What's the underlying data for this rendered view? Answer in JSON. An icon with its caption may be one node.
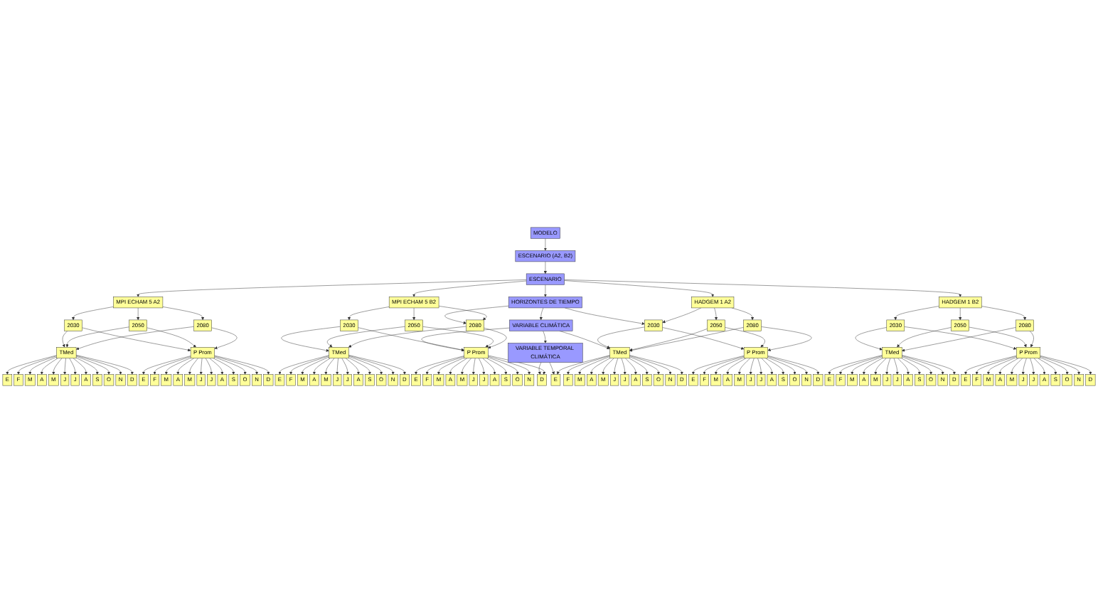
{
  "diagram": {
    "nodes": [
      {
        "text": [
          "MODELO"
        ]
      },
      {
        "text": [
          "ESCENARIO (A2, B2)"
        ]
      },
      {
        "text": [
          "ESCENARIO"
        ]
      },
      {
        "text": [
          "MPI ECHAM 5 A2"
        ]
      },
      {
        "text": [
          "MPI ECHAM 5 B2"
        ]
      },
      {
        "text": [
          "HADGEM 1 A2"
        ]
      },
      {
        "text": [
          "HADGEM 1 B2"
        ]
      },
      {
        "text": [
          "HORIZONTES DE TIEMPO"
        ]
      },
      {
        "text": [
          "2030"
        ]
      },
      {
        "text": [
          "2050"
        ]
      },
      {
        "text": [
          "2080"
        ]
      },
      {
        "text": [
          "2030"
        ]
      },
      {
        "text": [
          "2050"
        ]
      },
      {
        "text": [
          "2080"
        ]
      },
      {
        "text": [
          "2030"
        ]
      },
      {
        "text": [
          "2050"
        ]
      },
      {
        "text": [
          "2080"
        ]
      },
      {
        "text": [
          "2030"
        ]
      },
      {
        "text": [
          "2050"
        ]
      },
      {
        "text": [
          "2080"
        ]
      },
      {
        "text": [
          "VARIABLE CLIMÁTICA"
        ]
      },
      {
        "text": [
          "TMed"
        ]
      },
      {
        "text": [
          "P Prom"
        ]
      },
      {
        "text": [
          "TMed"
        ]
      },
      {
        "text": [
          "P Prom"
        ]
      },
      {
        "text": [
          "TMed"
        ]
      },
      {
        "text": [
          "P Prom"
        ]
      },
      {
        "text": [
          "TMed"
        ]
      },
      {
        "text": [
          "P Prom"
        ]
      },
      {
        "text": [
          "VARIABLE TEMPORAL CLIMÁTICA"
        ]
      },
      {
        "text": [
          "E"
        ]
      },
      {
        "text": [
          "F"
        ]
      },
      {
        "text": [
          "M"
        ]
      },
      {
        "text": [
          "A"
        ]
      },
      {
        "text": [
          "M"
        ]
      },
      {
        "text": [
          "J"
        ]
      },
      {
        "text": [
          "J"
        ]
      },
      {
        "text": [
          "A"
        ]
      },
      {
        "text": [
          "S"
        ]
      },
      {
        "text": [
          "O"
        ]
      },
      {
        "text": [
          "N"
        ]
      },
      {
        "text": [
          "D"
        ]
      },
      {
        "text": [
          "E"
        ]
      },
      {
        "text": [
          "F"
        ]
      },
      {
        "text": [
          "M"
        ]
      },
      {
        "text": [
          "A"
        ]
      },
      {
        "text": [
          "M"
        ]
      },
      {
        "text": [
          "J"
        ]
      },
      {
        "text": [
          "J"
        ]
      },
      {
        "text": [
          "A"
        ]
      },
      {
        "text": [
          "S"
        ]
      },
      {
        "text": [
          "O"
        ]
      },
      {
        "text": [
          "N"
        ]
      },
      {
        "text": [
          "D"
        ]
      },
      {
        "text": [
          "E"
        ]
      },
      {
        "text": [
          "F"
        ]
      },
      {
        "text": [
          "M"
        ]
      },
      {
        "text": [
          "A"
        ]
      },
      {
        "text": [
          "M"
        ]
      },
      {
        "text": [
          "J"
        ]
      },
      {
        "text": [
          "J"
        ]
      },
      {
        "text": [
          "A"
        ]
      },
      {
        "text": [
          "S"
        ]
      },
      {
        "text": [
          "O"
        ]
      },
      {
        "text": [
          "N"
        ]
      },
      {
        "text": [
          "D"
        ]
      },
      {
        "text": [
          "E"
        ]
      },
      {
        "text": [
          "F"
        ]
      },
      {
        "text": [
          "M"
        ]
      },
      {
        "text": [
          "A"
        ]
      },
      {
        "text": [
          "M"
        ]
      },
      {
        "text": [
          "J"
        ]
      },
      {
        "text": [
          "J"
        ]
      },
      {
        "text": [
          "A"
        ]
      },
      {
        "text": [
          "S"
        ]
      },
      {
        "text": [
          "O"
        ]
      },
      {
        "text": [
          "N"
        ]
      },
      {
        "text": [
          "D"
        ]
      },
      {
        "text": [
          "E"
        ]
      },
      {
        "text": [
          "F"
        ]
      },
      {
        "text": [
          "M"
        ]
      },
      {
        "text": [
          "A"
        ]
      },
      {
        "text": [
          "M"
        ]
      },
      {
        "text": [
          "J"
        ]
      },
      {
        "text": [
          "J"
        ]
      },
      {
        "text": [
          "A"
        ]
      },
      {
        "text": [
          "S"
        ]
      },
      {
        "text": [
          "O"
        ]
      },
      {
        "text": [
          "N"
        ]
      },
      {
        "text": [
          "D"
        ]
      },
      {
        "text": [
          "E"
        ]
      },
      {
        "text": [
          "F"
        ]
      },
      {
        "text": [
          "M"
        ]
      },
      {
        "text": [
          "A"
        ]
      },
      {
        "text": [
          "M"
        ]
      },
      {
        "text": [
          "J"
        ]
      },
      {
        "text": [
          "J"
        ]
      },
      {
        "text": [
          "A"
        ]
      },
      {
        "text": [
          "S"
        ]
      },
      {
        "text": [
          "O"
        ]
      },
      {
        "text": [
          "N"
        ]
      },
      {
        "text": [
          "D"
        ]
      },
      {
        "text": [
          "E"
        ]
      },
      {
        "text": [
          "F"
        ]
      },
      {
        "text": [
          "M"
        ]
      },
      {
        "text": [
          "A"
        ]
      },
      {
        "text": [
          "M"
        ]
      },
      {
        "text": [
          "J"
        ]
      },
      {
        "text": [
          "J"
        ]
      },
      {
        "text": [
          "A"
        ]
      },
      {
        "text": [
          "S"
        ]
      },
      {
        "text": [
          "O"
        ]
      },
      {
        "text": [
          "N"
        ]
      },
      {
        "text": [
          "D"
        ]
      },
      {
        "text": [
          "E"
        ]
      },
      {
        "text": [
          "F"
        ]
      },
      {
        "text": [
          "M"
        ]
      },
      {
        "text": [
          "A"
        ]
      },
      {
        "text": [
          "M"
        ]
      },
      {
        "text": [
          "J"
        ]
      },
      {
        "text": [
          "J"
        ]
      },
      {
        "text": [
          "A"
        ]
      },
      {
        "text": [
          "S"
        ]
      },
      {
        "text": [
          "O"
        ]
      },
      {
        "text": [
          "N"
        ]
      },
      {
        "text": [
          "D"
        ]
      }
    ],
    "edges": [
      {
        "from": 0,
        "to": 1,
        "arrow": "to"
      },
      {
        "from": 1,
        "to": 2,
        "arrow": "to"
      },
      {
        "from": 2,
        "to": 3,
        "arrow": "to"
      },
      {
        "from": 2,
        "to": 4,
        "arrow": "to"
      },
      {
        "from": 2,
        "to": 7,
        "arrow": "to"
      },
      {
        "from": 2,
        "to": 5,
        "arrow": "to"
      },
      {
        "from": 2,
        "to": 6,
        "arrow": "to"
      },
      {
        "from": 7,
        "to": 13,
        "arrow": "to"
      },
      {
        "from": 7,
        "to": 14,
        "arrow": "to"
      },
      {
        "from": 7,
        "to": 20,
        "arrow": "to"
      },
      {
        "from": 20,
        "to": 24,
        "arrow": "to"
      },
      {
        "from": 20,
        "to": 25,
        "arrow": "to"
      },
      {
        "from": 20,
        "to": 29,
        "arrow": "to"
      },
      {
        "from": 29,
        "to": 77,
        "arrow": "to"
      },
      {
        "from": 29,
        "to": 78,
        "arrow": "to"
      },
      {
        "from": 3,
        "to": 8,
        "arrow": "to"
      },
      {
        "from": 3,
        "to": 9,
        "arrow": "to"
      },
      {
        "from": 3,
        "to": 10,
        "arrow": "to"
      },
      {
        "from": 4,
        "to": 11,
        "arrow": "to"
      },
      {
        "from": 4,
        "to": 12,
        "arrow": "to"
      },
      {
        "from": 4,
        "to": 13,
        "arrow": "to"
      },
      {
        "from": 5,
        "to": 14,
        "arrow": "to"
      },
      {
        "from": 5,
        "to": 15,
        "arrow": "to"
      },
      {
        "from": 5,
        "to": 16,
        "arrow": "to"
      },
      {
        "from": 6,
        "to": 17,
        "arrow": "to"
      },
      {
        "from": 6,
        "to": 18,
        "arrow": "to"
      },
      {
        "from": 6,
        "to": 19,
        "arrow": "to"
      },
      {
        "from": 8,
        "to": 21,
        "arrow": "to"
      },
      {
        "from": 8,
        "to": 22,
        "arrow": "to"
      },
      {
        "from": 9,
        "to": 21,
        "arrow": "to"
      },
      {
        "from": 9,
        "to": 22,
        "arrow": "to"
      },
      {
        "from": 10,
        "to": 21,
        "arrow": "to"
      },
      {
        "from": 10,
        "to": 22,
        "arrow": "to"
      },
      {
        "from": 11,
        "to": 23,
        "arrow": "to"
      },
      {
        "from": 11,
        "to": 24,
        "arrow": "to"
      },
      {
        "from": 12,
        "to": 23,
        "arrow": "to"
      },
      {
        "from": 12,
        "to": 24,
        "arrow": "to"
      },
      {
        "from": 13,
        "to": 23,
        "arrow": "to"
      },
      {
        "from": 13,
        "to": 24,
        "arrow": "to"
      },
      {
        "from": 14,
        "to": 25,
        "arrow": "to"
      },
      {
        "from": 14,
        "to": 26,
        "arrow": "to"
      },
      {
        "from": 15,
        "to": 25,
        "arrow": "to"
      },
      {
        "from": 15,
        "to": 26,
        "arrow": "to"
      },
      {
        "from": 16,
        "to": 25,
        "arrow": "to"
      },
      {
        "from": 16,
        "to": 26,
        "arrow": "to"
      },
      {
        "from": 17,
        "to": 27,
        "arrow": "to"
      },
      {
        "from": 17,
        "to": 28,
        "arrow": "to"
      },
      {
        "from": 18,
        "to": 27,
        "arrow": "to"
      },
      {
        "from": 18,
        "to": 28,
        "arrow": "to"
      },
      {
        "from": 19,
        "to": 27,
        "arrow": "to"
      },
      {
        "from": 19,
        "to": 28,
        "arrow": "to"
      },
      {
        "from": 21,
        "to": 30,
        "arrow": "to"
      },
      {
        "from": 21,
        "to": 31,
        "arrow": "to"
      },
      {
        "from": 21,
        "to": 32,
        "arrow": "to"
      },
      {
        "from": 21,
        "to": 33,
        "arrow": "to"
      },
      {
        "from": 21,
        "to": 34,
        "arrow": "to"
      },
      {
        "from": 21,
        "to": 35,
        "arrow": "to"
      },
      {
        "from": 21,
        "to": 36,
        "arrow": "to"
      },
      {
        "from": 21,
        "to": 37,
        "arrow": "to"
      },
      {
        "from": 21,
        "to": 38,
        "arrow": "to"
      },
      {
        "from": 21,
        "to": 39,
        "arrow": "to"
      },
      {
        "from": 21,
        "to": 40,
        "arrow": "to"
      },
      {
        "from": 21,
        "to": 41,
        "arrow": "to"
      },
      {
        "from": 22,
        "to": 42,
        "arrow": "to"
      },
      {
        "from": 22,
        "to": 43,
        "arrow": "to"
      },
      {
        "from": 22,
        "to": 44,
        "arrow": "to"
      },
      {
        "from": 22,
        "to": 45,
        "arrow": "to"
      },
      {
        "from": 22,
        "to": 46,
        "arrow": "to"
      },
      {
        "from": 22,
        "to": 47,
        "arrow": "to"
      },
      {
        "from": 22,
        "to": 48,
        "arrow": "to"
      },
      {
        "from": 22,
        "to": 49,
        "arrow": "to"
      },
      {
        "from": 22,
        "to": 50,
        "arrow": "to"
      },
      {
        "from": 22,
        "to": 51,
        "arrow": "to"
      },
      {
        "from": 22,
        "to": 52,
        "arrow": "to"
      },
      {
        "from": 22,
        "to": 53,
        "arrow": "to"
      },
      {
        "from": 23,
        "to": 54,
        "arrow": "to"
      },
      {
        "from": 23,
        "to": 55,
        "arrow": "to"
      },
      {
        "from": 23,
        "to": 56,
        "arrow": "to"
      },
      {
        "from": 23,
        "to": 57,
        "arrow": "to"
      },
      {
        "from": 23,
        "to": 58,
        "arrow": "to"
      },
      {
        "from": 23,
        "to": 59,
        "arrow": "to"
      },
      {
        "from": 23,
        "to": 60,
        "arrow": "to"
      },
      {
        "from": 23,
        "to": 61,
        "arrow": "to"
      },
      {
        "from": 23,
        "to": 62,
        "arrow": "to"
      },
      {
        "from": 23,
        "to": 63,
        "arrow": "to"
      },
      {
        "from": 23,
        "to": 64,
        "arrow": "to"
      },
      {
        "from": 23,
        "to": 65,
        "arrow": "to"
      },
      {
        "from": 24,
        "to": 66,
        "arrow": "to"
      },
      {
        "from": 24,
        "to": 67,
        "arrow": "to"
      },
      {
        "from": 24,
        "to": 68,
        "arrow": "to"
      },
      {
        "from": 24,
        "to": 69,
        "arrow": "to"
      },
      {
        "from": 24,
        "to": 70,
        "arrow": "to"
      },
      {
        "from": 24,
        "to": 71,
        "arrow": "to"
      },
      {
        "from": 24,
        "to": 72,
        "arrow": "to"
      },
      {
        "from": 24,
        "to": 73,
        "arrow": "to"
      },
      {
        "from": 24,
        "to": 74,
        "arrow": "to"
      },
      {
        "from": 24,
        "to": 75,
        "arrow": "to"
      },
      {
        "from": 24,
        "to": 76,
        "arrow": "to"
      },
      {
        "from": 24,
        "to": 77,
        "arrow": "to"
      },
      {
        "from": 25,
        "to": 78,
        "arrow": "to"
      },
      {
        "from": 25,
        "to": 79,
        "arrow": "to"
      },
      {
        "from": 25,
        "to": 80,
        "arrow": "to"
      },
      {
        "from": 25,
        "to": 81,
        "arrow": "to"
      },
      {
        "from": 25,
        "to": 82,
        "arrow": "to"
      },
      {
        "from": 25,
        "to": 83,
        "arrow": "to"
      },
      {
        "from": 25,
        "to": 84,
        "arrow": "to"
      },
      {
        "from": 25,
        "to": 85,
        "arrow": "to"
      },
      {
        "from": 25,
        "to": 86,
        "arrow": "to"
      },
      {
        "from": 25,
        "to": 87,
        "arrow": "to"
      },
      {
        "from": 25,
        "to": 88,
        "arrow": "to"
      },
      {
        "from": 25,
        "to": 89,
        "arrow": "to"
      },
      {
        "from": 26,
        "to": 90,
        "arrow": "to"
      },
      {
        "from": 26,
        "to": 91,
        "arrow": "to"
      },
      {
        "from": 26,
        "to": 92,
        "arrow": "to"
      },
      {
        "from": 26,
        "to": 93,
        "arrow": "to"
      },
      {
        "from": 26,
        "to": 94,
        "arrow": "to"
      },
      {
        "from": 26,
        "to": 95,
        "arrow": "to"
      },
      {
        "from": 26,
        "to": 96,
        "arrow": "to"
      },
      {
        "from": 26,
        "to": 97,
        "arrow": "to"
      },
      {
        "from": 26,
        "to": 98,
        "arrow": "to"
      },
      {
        "from": 26,
        "to": 99,
        "arrow": "to"
      },
      {
        "from": 26,
        "to": 100,
        "arrow": "to"
      },
      {
        "from": 26,
        "to": 101,
        "arrow": "to"
      },
      {
        "from": 27,
        "to": 102,
        "arrow": "to"
      },
      {
        "from": 27,
        "to": 103,
        "arrow": "to"
      },
      {
        "from": 27,
        "to": 104,
        "arrow": "to"
      },
      {
        "from": 27,
        "to": 105,
        "arrow": "to"
      },
      {
        "from": 27,
        "to": 106,
        "arrow": "to"
      },
      {
        "from": 27,
        "to": 107,
        "arrow": "to"
      },
      {
        "from": 27,
        "to": 108,
        "arrow": "to"
      },
      {
        "from": 27,
        "to": 109,
        "arrow": "to"
      },
      {
        "from": 27,
        "to": 110,
        "arrow": "to"
      },
      {
        "from": 27,
        "to": 111,
        "arrow": "to"
      },
      {
        "from": 27,
        "to": 112,
        "arrow": "to"
      },
      {
        "from": 27,
        "to": 113,
        "arrow": "to"
      },
      {
        "from": 28,
        "to": 114,
        "arrow": "to"
      },
      {
        "from": 28,
        "to": 115,
        "arrow": "to"
      },
      {
        "from": 28,
        "to": 116,
        "arrow": "to"
      },
      {
        "from": 28,
        "to": 117,
        "arrow": "to"
      },
      {
        "from": 28,
        "to": 118,
        "arrow": "to"
      },
      {
        "from": 28,
        "to": 119,
        "arrow": "to"
      },
      {
        "from": 28,
        "to": 120,
        "arrow": "to"
      },
      {
        "from": 28,
        "to": 121,
        "arrow": "to"
      },
      {
        "from": 28,
        "to": 122,
        "arrow": "to"
      },
      {
        "from": 28,
        "to": 123,
        "arrow": "to"
      },
      {
        "from": 28,
        "to": 124,
        "arrow": "to"
      },
      {
        "from": 28,
        "to": 125,
        "arrow": "to"
      }
    ]
  }
}
